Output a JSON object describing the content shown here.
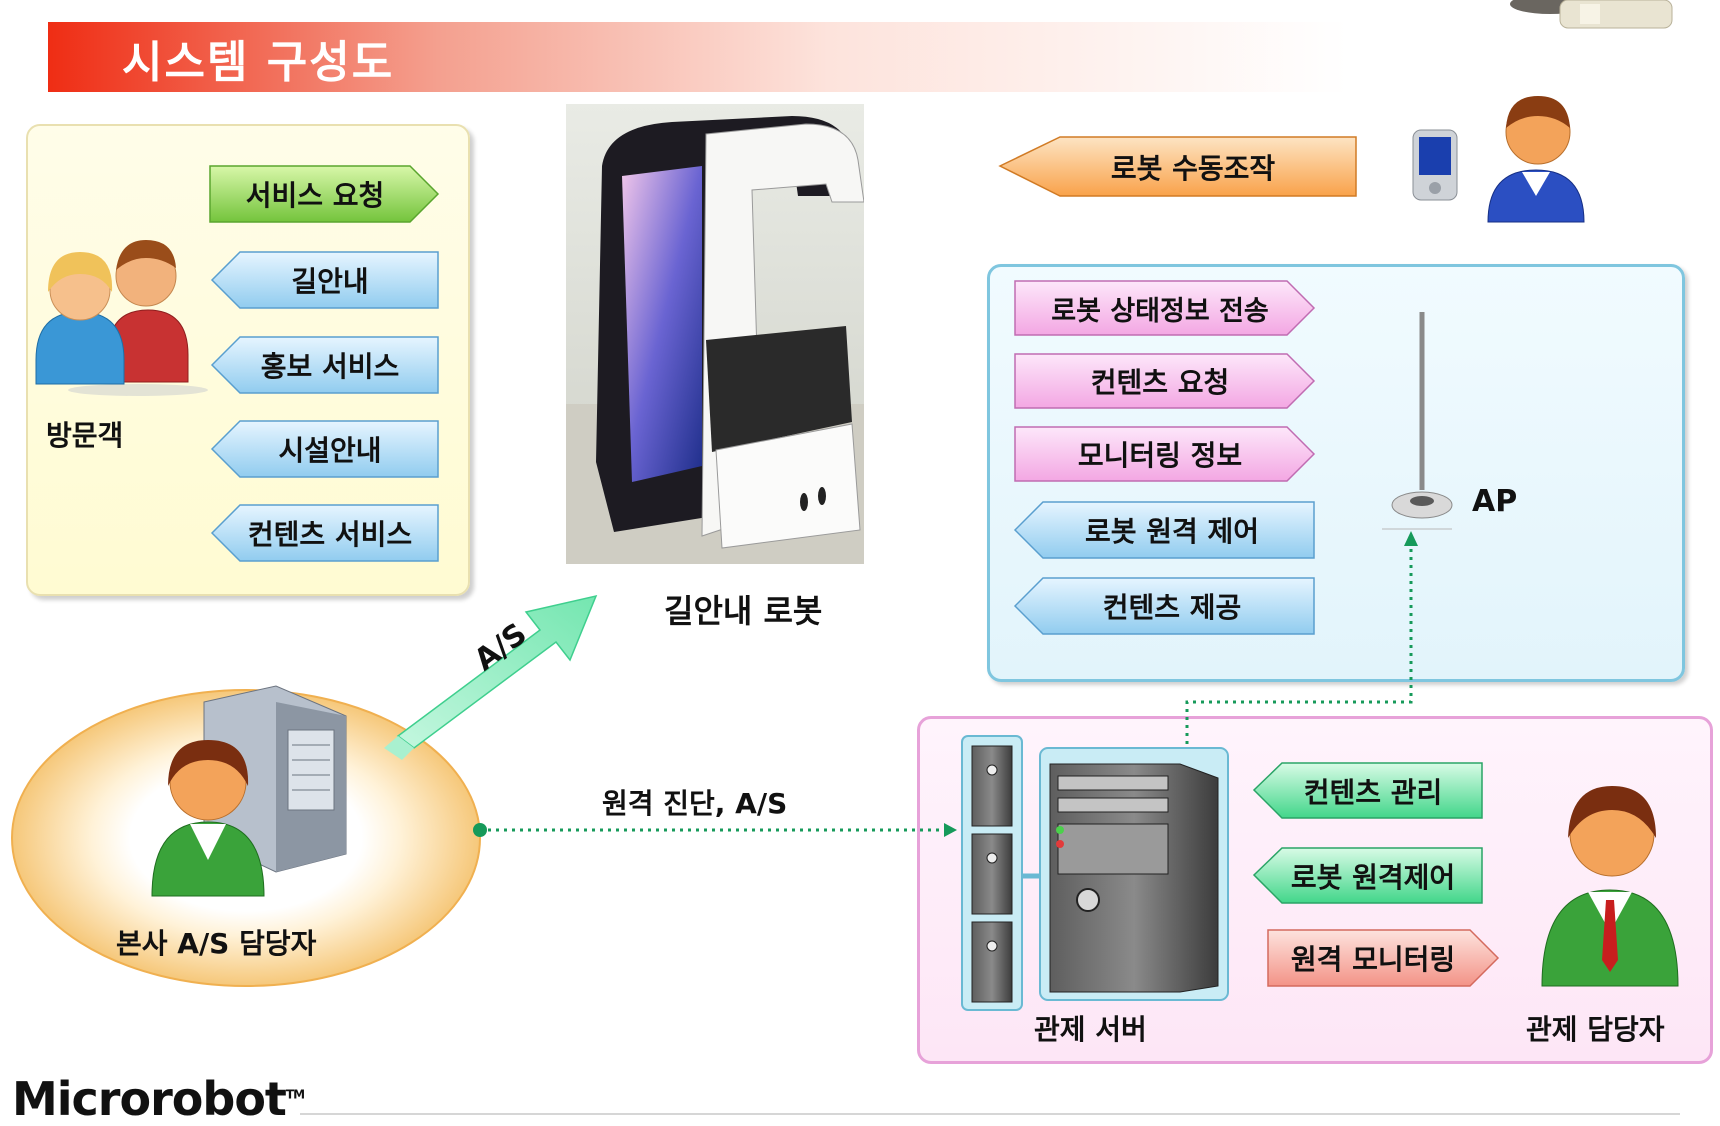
{
  "title": "시스템 구성도",
  "visitor_panel": {
    "label": "방문객",
    "items": [
      "서비스 요청",
      "길안내",
      "홍보 서비스",
      "시설안내",
      "컨텐츠 서비스"
    ]
  },
  "robot": {
    "label": "길안내 로봇"
  },
  "manual_control": "로봇 수동조작",
  "network_panel": {
    "items": [
      "로봇 상태정보 전송",
      "컨텐츠 요청",
      "모니터링 정보",
      "로봇 원격 제어",
      "컨텐츠 제공"
    ],
    "ap_label": "AP"
  },
  "hq": {
    "label": "본사 A/S 담당자",
    "arrow_label": "A/S"
  },
  "remote_link_label": "원격 진단, A/S",
  "control_panel": {
    "server_label": "관제 서버",
    "operator_label": "관제 담당자",
    "items": [
      "컨텐츠 관리",
      "로봇 원격제어",
      "원격 모니터링"
    ]
  },
  "logo": "Microrobot",
  "logo_tm": "TM",
  "colors": {
    "title_red": "#ef2d14",
    "green_arrow": "#6fd18a",
    "blue_arrow": "#9ed3f3",
    "pink_arrow": "#f8b8ec",
    "orange_arrow": "#fbb05c",
    "salmon_arrow": "#f7a39a",
    "connector_green": "#169a5a"
  }
}
